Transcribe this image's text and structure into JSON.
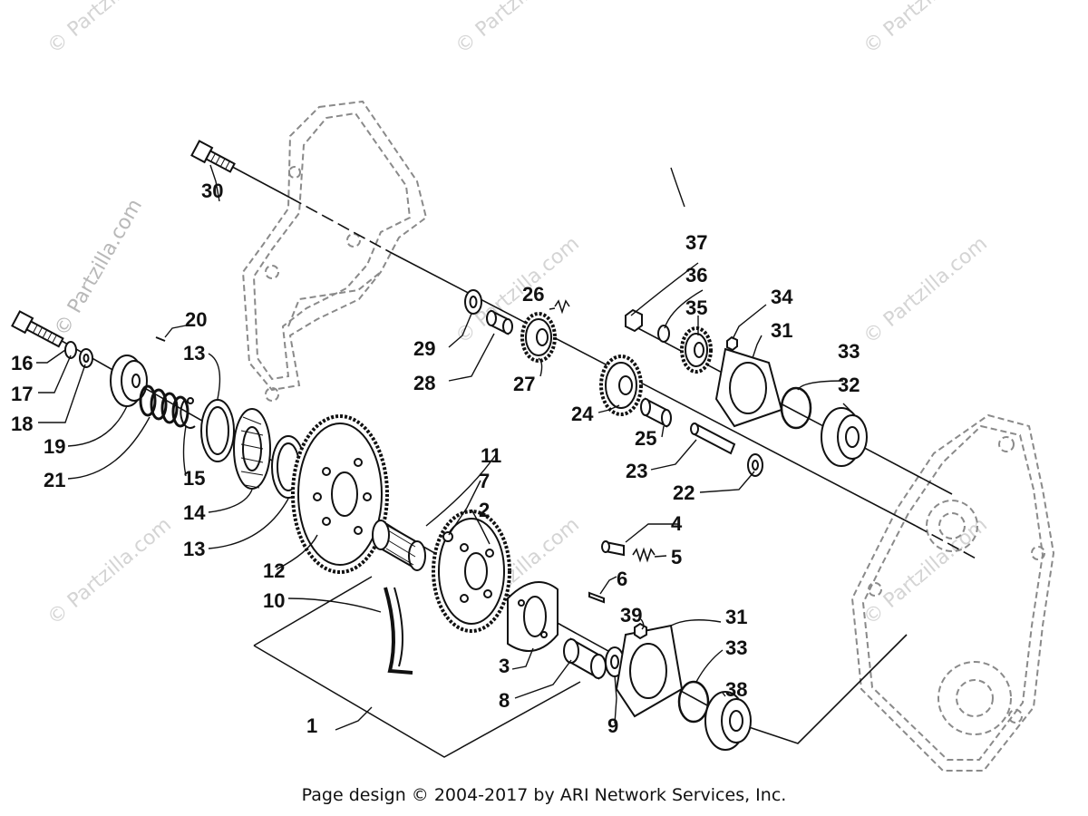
{
  "footer": "Page design © 2004-2017 by ARI Network Services, Inc.",
  "watermark": "© Partzilla.com",
  "colors": {
    "ink": "#111111",
    "ghost": "#888888",
    "watermark": "#d4d4d4"
  },
  "callouts": [
    "1",
    "2",
    "3",
    "4",
    "5",
    "6",
    "7",
    "8",
    "9",
    "10",
    "11",
    "12",
    "13",
    "14",
    "15",
    "16",
    "17",
    "18",
    "19",
    "20",
    "21",
    "22",
    "23",
    "24",
    "25",
    "26",
    "27",
    "28",
    "29",
    "30",
    "31",
    "32",
    "33",
    "34",
    "35",
    "36",
    "37",
    "38",
    "39"
  ]
}
